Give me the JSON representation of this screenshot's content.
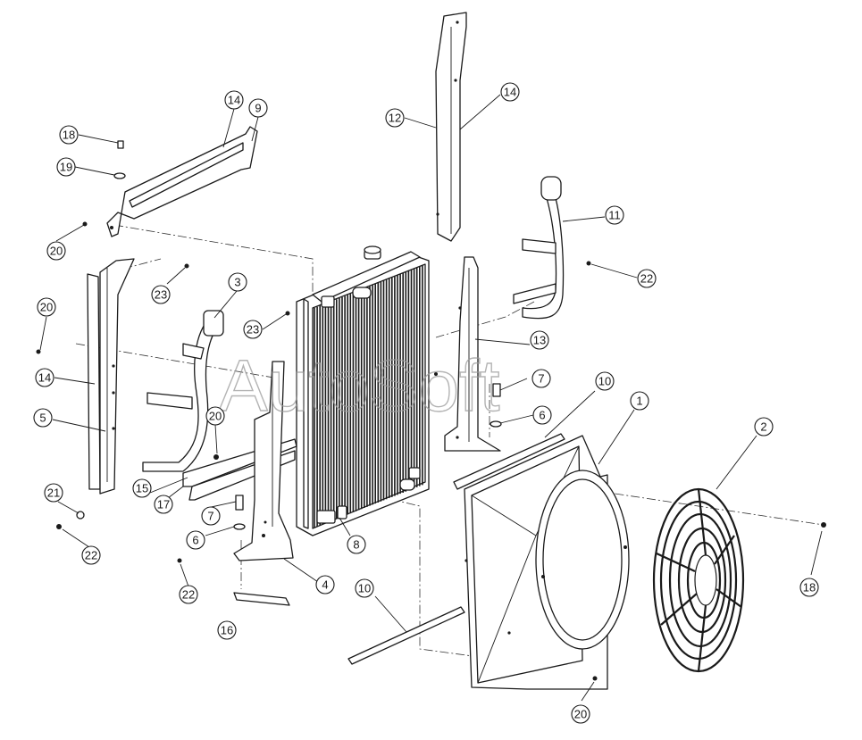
{
  "watermark": "AutoSoft",
  "callouts": [
    {
      "id": "c14a",
      "label": "14"
    },
    {
      "id": "c9",
      "label": "9"
    },
    {
      "id": "c18a",
      "label": "18"
    },
    {
      "id": "c19",
      "label": "19"
    },
    {
      "id": "c20a",
      "label": "20"
    },
    {
      "id": "c23a",
      "label": "23"
    },
    {
      "id": "c20b",
      "label": "20"
    },
    {
      "id": "c14b",
      "label": "14"
    },
    {
      "id": "c5",
      "label": "5"
    },
    {
      "id": "c21",
      "label": "21"
    },
    {
      "id": "c22a",
      "label": "22"
    },
    {
      "id": "c3",
      "label": "3"
    },
    {
      "id": "c23b",
      "label": "23"
    },
    {
      "id": "c20c",
      "label": "20"
    },
    {
      "id": "c15",
      "label": "15"
    },
    {
      "id": "c17",
      "label": "17"
    },
    {
      "id": "c7a",
      "label": "7"
    },
    {
      "id": "c6a",
      "label": "6"
    },
    {
      "id": "c22b",
      "label": "22"
    },
    {
      "id": "c16",
      "label": "16"
    },
    {
      "id": "c4",
      "label": "4"
    },
    {
      "id": "c8",
      "label": "8"
    },
    {
      "id": "c12",
      "label": "12"
    },
    {
      "id": "c14c",
      "label": "14"
    },
    {
      "id": "c11",
      "label": "11"
    },
    {
      "id": "c22c",
      "label": "22"
    },
    {
      "id": "c13",
      "label": "13"
    },
    {
      "id": "c7b",
      "label": "7"
    },
    {
      "id": "c6b",
      "label": "6"
    },
    {
      "id": "c10a",
      "label": "10"
    },
    {
      "id": "c1",
      "label": "1"
    },
    {
      "id": "c2",
      "label": "2"
    },
    {
      "id": "c18b",
      "label": "18"
    },
    {
      "id": "c10b",
      "label": "10"
    },
    {
      "id": "c20d",
      "label": "20"
    }
  ]
}
